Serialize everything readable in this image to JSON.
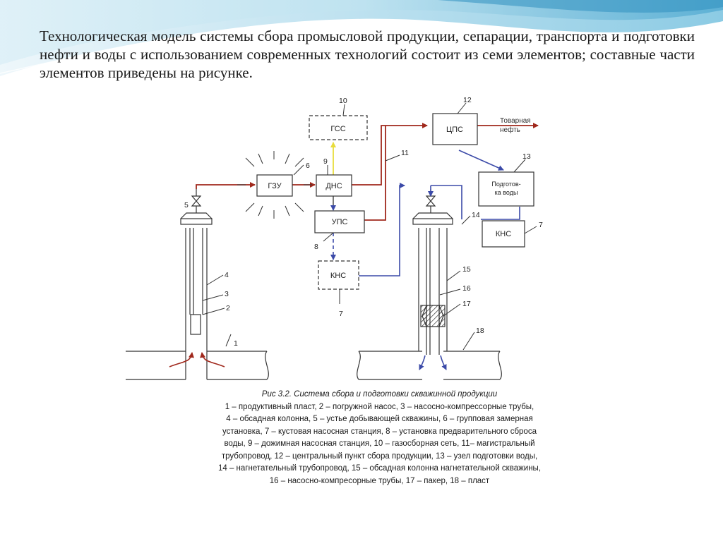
{
  "slide": {
    "intro_text": "Технологическая модель системы сбора промысловой продукции, сепарации, транспорта и подготовки нефти и воды с использованием современных технологий состоит из семи элементов; составные части элементов приведены на рисунке."
  },
  "diagram": {
    "boxes": {
      "gss": "ГСС",
      "gzu": "ГЗУ",
      "dns": "ДНС",
      "ups": "УПС",
      "kns_left": "КНС",
      "cps": "ЦПС",
      "water_treatment": "Подготов-\nка воды",
      "water_treatment_line1": "Подготов-",
      "water_treatment_line2": "ка воды",
      "kns_right": "КНС"
    },
    "output_label_line1": "Товарная",
    "output_label_line2": "нефть",
    "callouts": [
      "1",
      "2",
      "3",
      "4",
      "5",
      "6",
      "7",
      "8",
      "9",
      "10",
      "11",
      "12",
      "13",
      "14",
      "15",
      "16",
      "17",
      "18"
    ],
    "colors": {
      "oil": "#a0281c",
      "water": "#3b4aa8",
      "gas": "#e8dc3c",
      "line": "#333333"
    }
  },
  "caption": {
    "title": "Рис 3.2. Система сбора и подготовки скважинной продукции",
    "lines": [
      "1 – продуктивный пласт, 2 – погружной насос,  3 – насосно-компрессорные трубы,",
      "4 – обсадная колонна, 5 – устье добывающей скважины, 6 – групповая замерная",
      "установка, 7 – кустовая насосная станция, 8 – установка предварительного сброса",
      "воды, 9 – дожимная насосная станция, 10 – газосборная  сеть,  11– магистральный",
      "трубопровод, 12 – центральный пункт сбора  продукции, 13 – узел подготовки воды,",
      "14 – нагнетательный трубопровод, 15 – обсадная колонна нагнетательной скважины,",
      "16 – насосно-компресорные трубы, 17 – пакер, 18 – пласт"
    ]
  }
}
